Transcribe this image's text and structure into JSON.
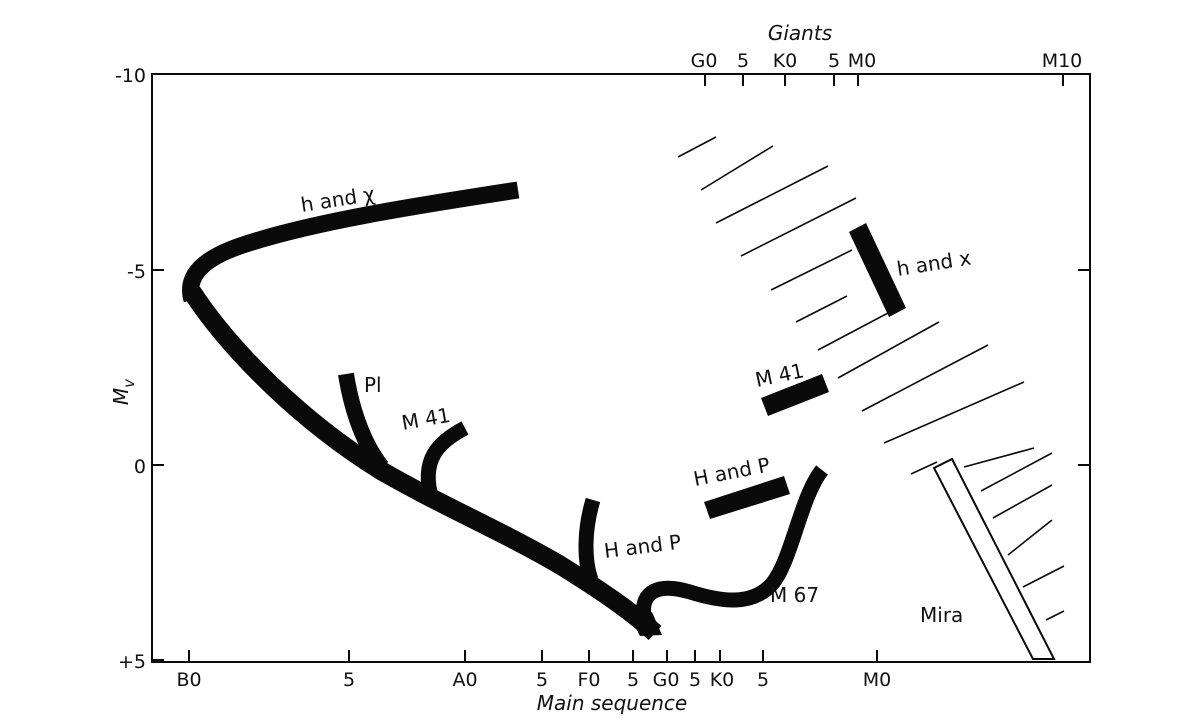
{
  "axes": {
    "left_ticks": [
      "-10",
      "-5",
      "0",
      "+5"
    ],
    "left_title": "M",
    "left_title_sub": "v",
    "bottom_title": "Main sequence",
    "top_title": "Giants",
    "bottom_ticks": [
      "B0",
      "5",
      "A0",
      "5",
      "F0",
      "5",
      "G0",
      "5",
      "K0",
      "5",
      "M0"
    ],
    "top_ticks": [
      "G0",
      "5",
      "K0",
      "5",
      "M0",
      "M10"
    ]
  },
  "labels": {
    "h_and_chi": "h and χ",
    "h_and_x": "h and x",
    "pl": "Pl",
    "m41_left": "M 41",
    "m41_right": "M 41",
    "h_and_p_left": "H and P",
    "h_and_p_right": "H and P",
    "m67": "M 67",
    "mira": "Mira"
  },
  "colors": {
    "ink": "#0a0a0a",
    "paper": "#ffffff"
  }
}
